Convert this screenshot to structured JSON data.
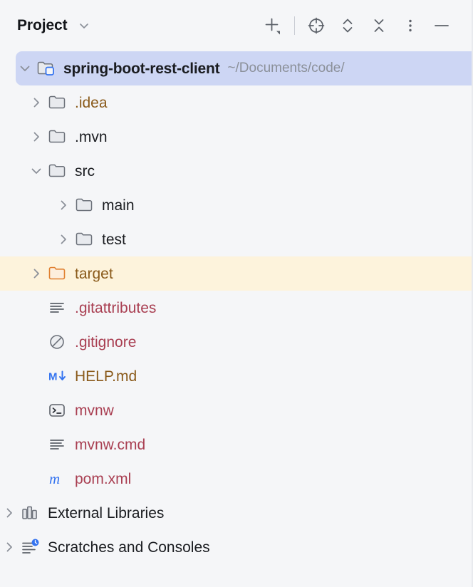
{
  "panel": {
    "title": "Project",
    "title_chevron_icon": "chevron-down-icon",
    "accent_selection_color": "#cdd6f4",
    "accent_highlight_color": "#fdf3dc",
    "background_color": "#f5f6f8"
  },
  "toolbar": {
    "buttons": [
      {
        "name": "add-new-button",
        "icon": "plus-with-dropdown-icon",
        "label": ""
      },
      {
        "name": "select-opened-file-button",
        "icon": "crosshair-target-icon",
        "label": ""
      },
      {
        "name": "expand-all-button",
        "icon": "expand-all-chevrons-icon",
        "label": ""
      },
      {
        "name": "collapse-all-button",
        "icon": "collapse-all-icon",
        "label": ""
      },
      {
        "name": "more-options-button",
        "icon": "vertical-dots-icon",
        "label": ""
      },
      {
        "name": "minimize-button",
        "icon": "minus-icon",
        "label": ""
      }
    ]
  },
  "tree": {
    "nodes": [
      {
        "label": "spring-boot-rest-client",
        "sublabel": "~/Documents/code/",
        "icon": "module-folder-icon",
        "twisty": "chevron-down-icon",
        "indent": 0,
        "state": "selected",
        "style": "bold"
      },
      {
        "label": ".idea",
        "sublabel": "",
        "icon": "folder-icon",
        "twisty": "chevron-right-icon",
        "indent": 1,
        "state": "normal",
        "style": "orange"
      },
      {
        "label": ".mvn",
        "sublabel": "",
        "icon": "folder-icon",
        "twisty": "chevron-right-icon",
        "indent": 1,
        "state": "normal",
        "style": "plain"
      },
      {
        "label": "src",
        "sublabel": "",
        "icon": "folder-icon",
        "twisty": "chevron-down-icon",
        "indent": 1,
        "state": "normal",
        "style": "plain"
      },
      {
        "label": "main",
        "sublabel": "",
        "icon": "folder-icon",
        "twisty": "chevron-right-icon",
        "indent": 2,
        "state": "normal",
        "style": "plain"
      },
      {
        "label": "test",
        "sublabel": "",
        "icon": "folder-icon",
        "twisty": "chevron-right-icon",
        "indent": 2,
        "state": "normal",
        "style": "plain"
      },
      {
        "label": "target",
        "sublabel": "",
        "icon": "folder-orange-icon",
        "twisty": "chevron-right-icon",
        "indent": 1,
        "state": "highlighted",
        "style": "orange"
      },
      {
        "label": ".gitattributes",
        "sublabel": "",
        "icon": "text-file-icon",
        "twisty": "none",
        "indent": 1,
        "state": "normal",
        "style": "red"
      },
      {
        "label": ".gitignore",
        "sublabel": "",
        "icon": "ignored-file-icon",
        "twisty": "none",
        "indent": 1,
        "state": "normal",
        "style": "red"
      },
      {
        "label": "HELP.md",
        "sublabel": "",
        "icon": "markdown-file-icon",
        "twisty": "none",
        "indent": 1,
        "state": "normal",
        "style": "ochre"
      },
      {
        "label": "mvnw",
        "sublabel": "",
        "icon": "shell-script-icon",
        "twisty": "none",
        "indent": 1,
        "state": "normal",
        "style": "red"
      },
      {
        "label": "mvnw.cmd",
        "sublabel": "",
        "icon": "text-file-icon",
        "twisty": "none",
        "indent": 1,
        "state": "normal",
        "style": "red"
      },
      {
        "label": "pom.xml",
        "sublabel": "",
        "icon": "maven-file-icon",
        "twisty": "none",
        "indent": 1,
        "state": "normal",
        "style": "red"
      },
      {
        "label": "External Libraries",
        "sublabel": "",
        "icon": "libraries-icon",
        "twisty": "chevron-right-icon",
        "indent": 0,
        "state": "normal",
        "style": "plain"
      },
      {
        "label": "Scratches and Consoles",
        "sublabel": "",
        "icon": "scratches-icon",
        "twisty": "chevron-right-icon",
        "indent": 0,
        "state": "normal",
        "style": "plain"
      }
    ]
  }
}
